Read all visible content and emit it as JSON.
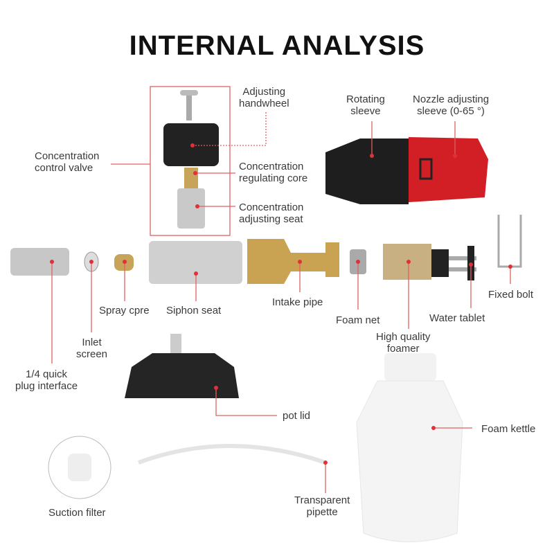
{
  "title": "INTERNAL ANALYSIS",
  "labels": {
    "adjusting_handwheel": [
      "Adjusting",
      "handwheel"
    ],
    "concentration_control_valve": [
      "Concentration",
      "control valve"
    ],
    "concentration_regulating_core": [
      "Concentration",
      "regulating core"
    ],
    "concentration_adjusting_seat": [
      "Concentration",
      "adjusting seat"
    ],
    "rotating_sleeve": [
      "Rotating",
      "sleeve"
    ],
    "nozzle_adjusting_sleeve": [
      "Nozzle adjusting",
      "sleeve (0-65 °)"
    ],
    "quick_plug": [
      "1/4 quick",
      "plug interface"
    ],
    "inlet_screen": [
      "Inlet",
      "screen"
    ],
    "spray_core": "Spray cpre",
    "siphon_seat": "Siphon seat",
    "intake_pipe": "Intake pipe",
    "foam_net": "Foam net",
    "foamer": [
      "High quality",
      "foamer"
    ],
    "water_tablet": "Water tablet",
    "fixed_bolt": "Fixed bolt",
    "pot_lid": "pot lid",
    "foam_kettle": "Foam kettle",
    "suction_filter": "Suction filter",
    "pipette": [
      "Transparent",
      "pipette"
    ]
  },
  "colors": {
    "accent": "#e0303a",
    "leader": "#e06060"
  }
}
